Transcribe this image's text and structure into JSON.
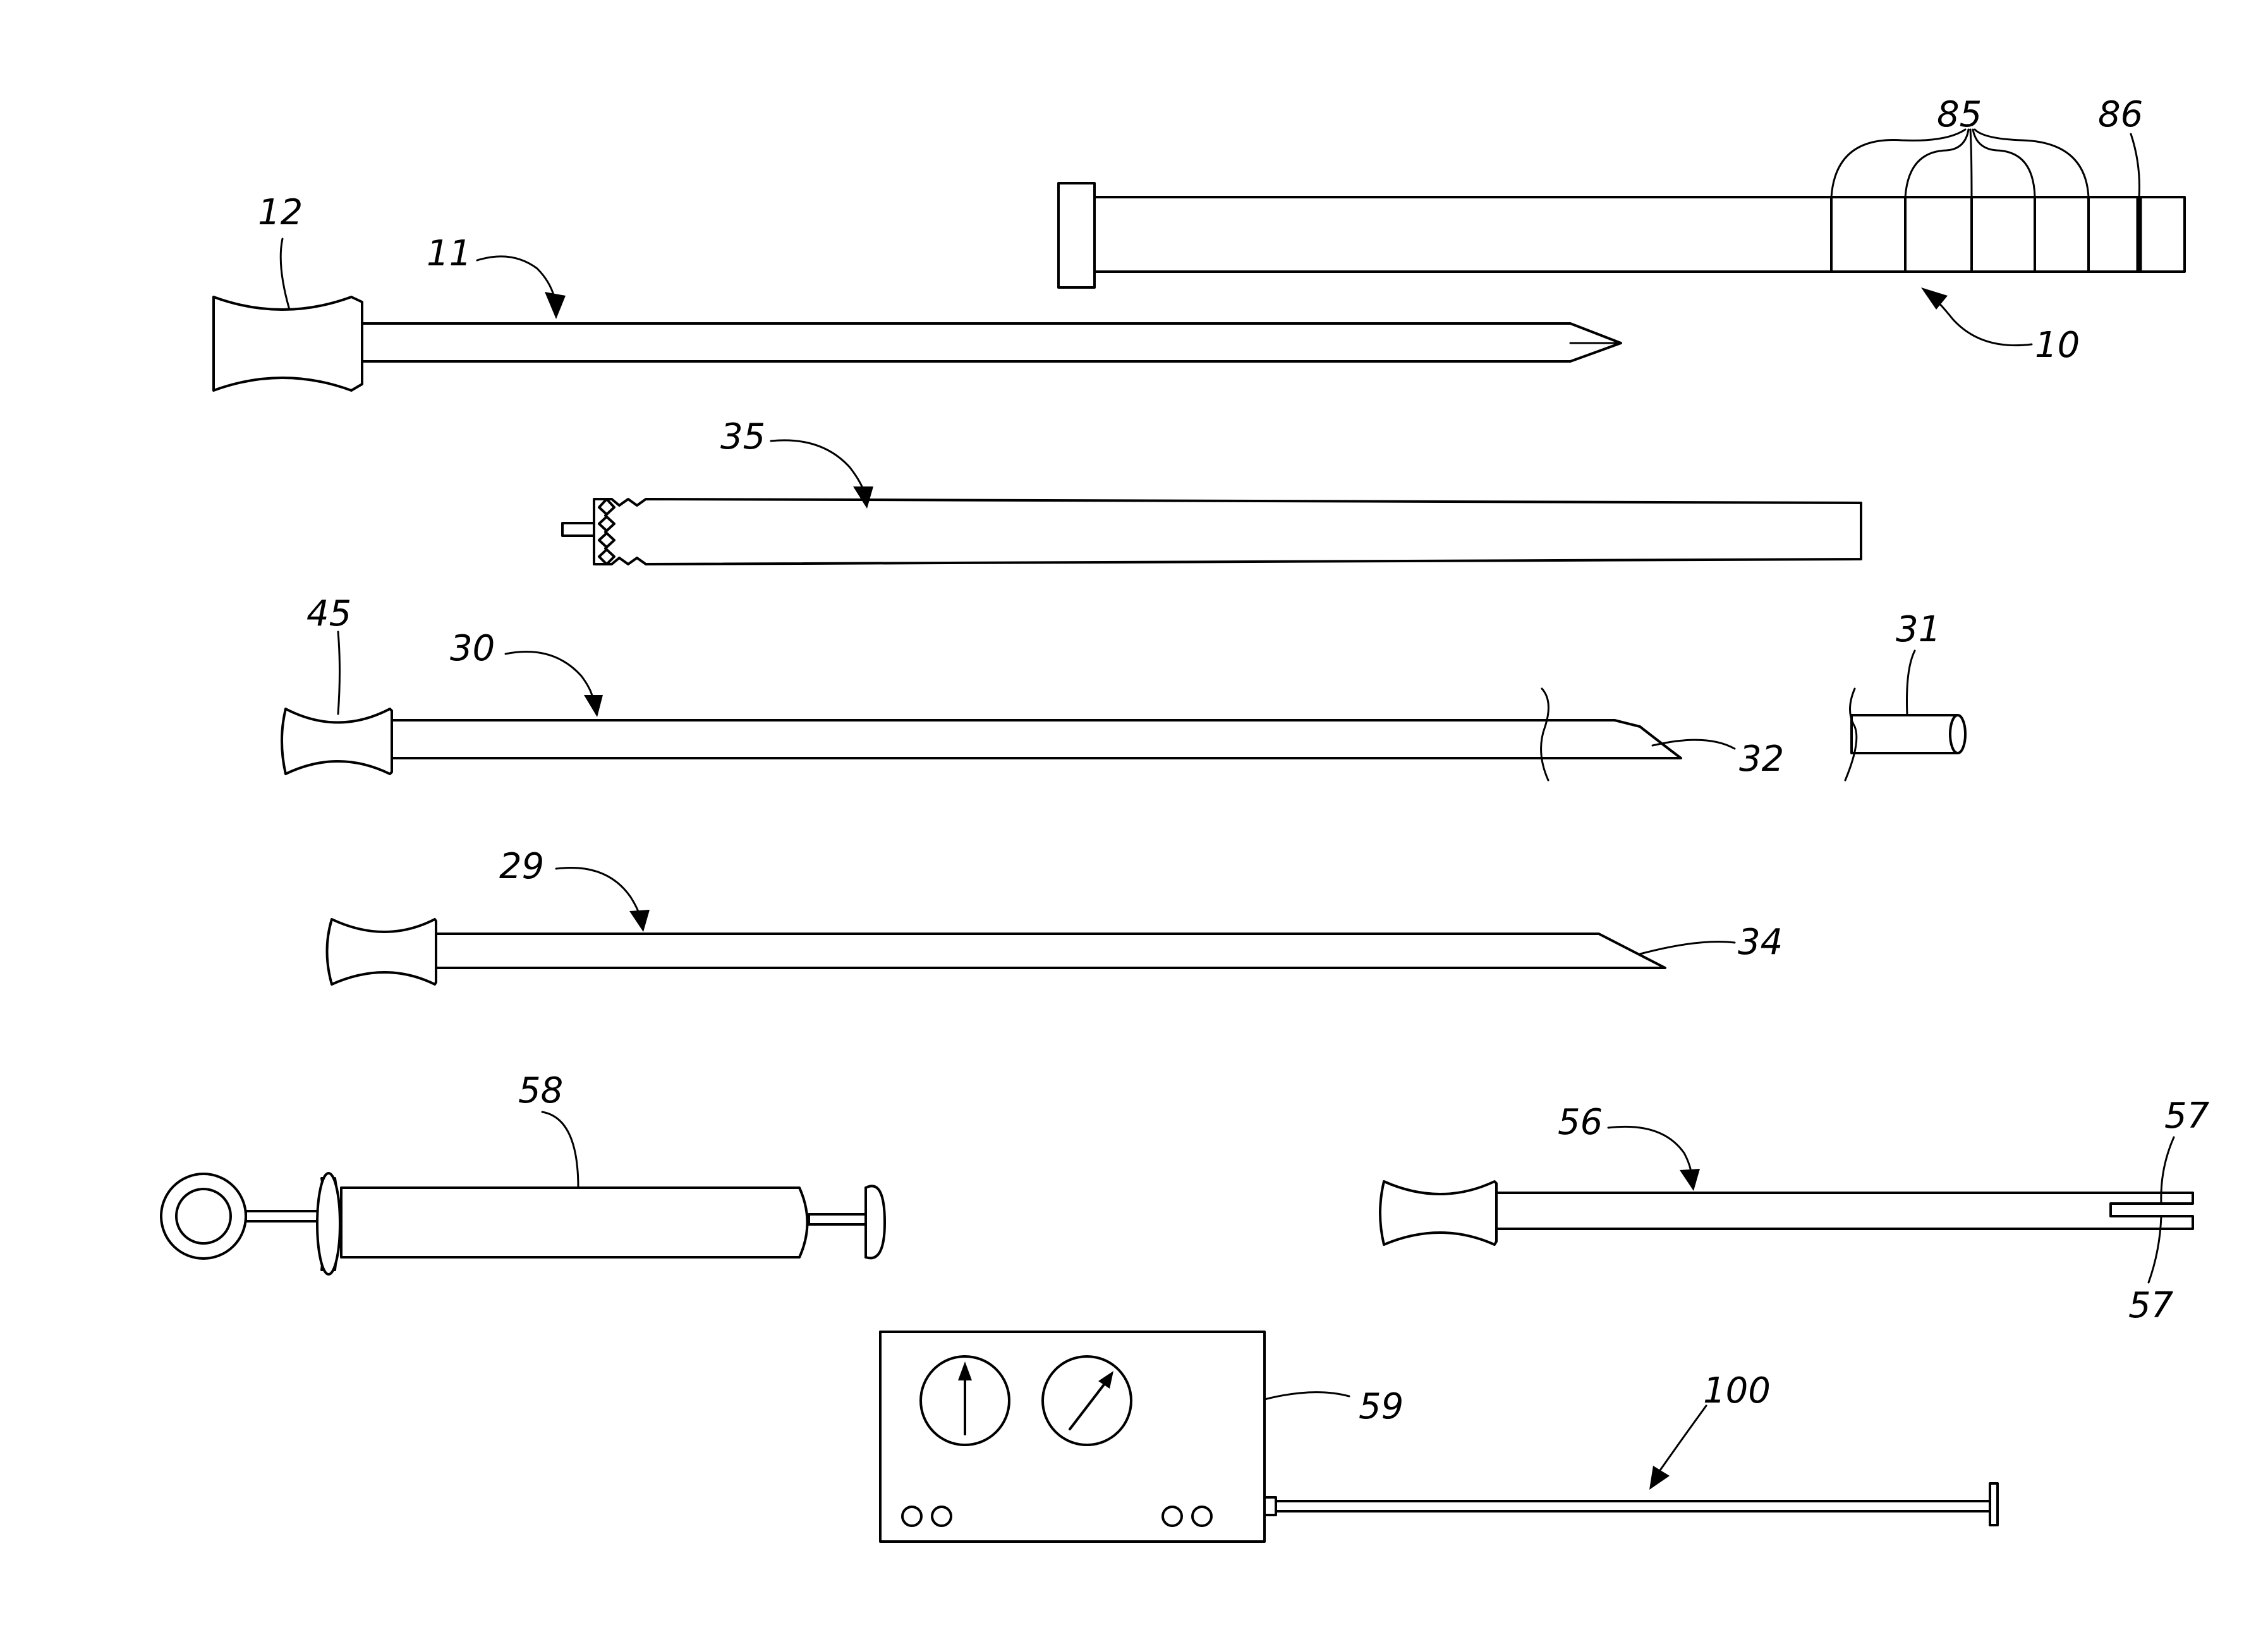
{
  "labels": {
    "l10": "10",
    "l11": "11",
    "l12": "12",
    "l29": "29",
    "l30": "30",
    "l31": "31",
    "l32": "32",
    "l34": "34",
    "l35": "35",
    "l45": "45",
    "l56": "56",
    "l57a": "57",
    "l57b": "57",
    "l58": "58",
    "l59": "59",
    "l85": "85",
    "l86": "86",
    "l100": "100"
  },
  "colors": {
    "line": "#000000",
    "background": "#ffffff"
  }
}
